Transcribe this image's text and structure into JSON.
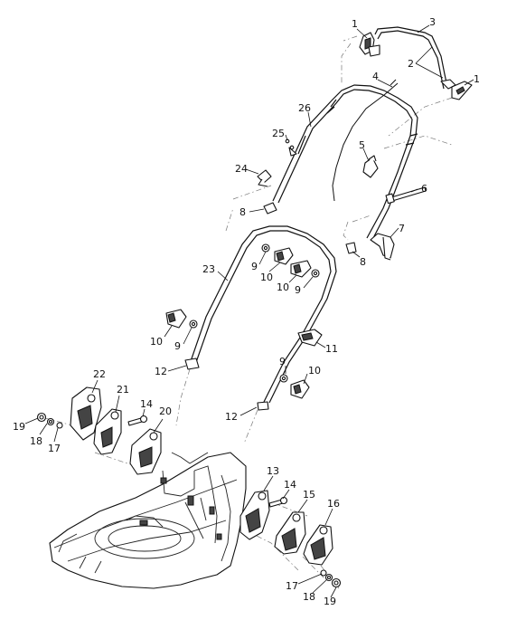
{
  "callouts": [
    {
      "key": "c1a",
      "text": "1"
    },
    {
      "key": "c1b",
      "text": "1"
    },
    {
      "key": "c2",
      "text": "2"
    },
    {
      "key": "c3",
      "text": "3"
    },
    {
      "key": "c4",
      "text": "4"
    },
    {
      "key": "c5",
      "text": "5"
    },
    {
      "key": "c6",
      "text": "6"
    },
    {
      "key": "c7",
      "text": "7"
    },
    {
      "key": "c8a",
      "text": "8"
    },
    {
      "key": "c8b",
      "text": "8"
    },
    {
      "key": "c9a",
      "text": "9"
    },
    {
      "key": "c9b",
      "text": "9"
    },
    {
      "key": "c9c",
      "text": "9"
    },
    {
      "key": "c9d",
      "text": "9"
    },
    {
      "key": "c10a",
      "text": "10"
    },
    {
      "key": "c10b",
      "text": "10"
    },
    {
      "key": "c10c",
      "text": "10"
    },
    {
      "key": "c10d",
      "text": "10"
    },
    {
      "key": "c11",
      "text": "11"
    },
    {
      "key": "c12a",
      "text": "12"
    },
    {
      "key": "c12b",
      "text": "12"
    },
    {
      "key": "c13",
      "text": "13"
    },
    {
      "key": "c14a",
      "text": "14"
    },
    {
      "key": "c14b",
      "text": "14"
    },
    {
      "key": "c15",
      "text": "15"
    },
    {
      "key": "c16",
      "text": "16"
    },
    {
      "key": "c17a",
      "text": "17"
    },
    {
      "key": "c17b",
      "text": "17"
    },
    {
      "key": "c18a",
      "text": "18"
    },
    {
      "key": "c18b",
      "text": "18"
    },
    {
      "key": "c19a",
      "text": "19"
    },
    {
      "key": "c19b",
      "text": "19"
    },
    {
      "key": "c20",
      "text": "20"
    },
    {
      "key": "c21",
      "text": "21"
    },
    {
      "key": "c22",
      "text": "22"
    },
    {
      "key": "c23",
      "text": "23"
    },
    {
      "key": "c24",
      "text": "24"
    },
    {
      "key": "c25",
      "text": "25"
    },
    {
      "key": "c26",
      "text": "26"
    }
  ]
}
